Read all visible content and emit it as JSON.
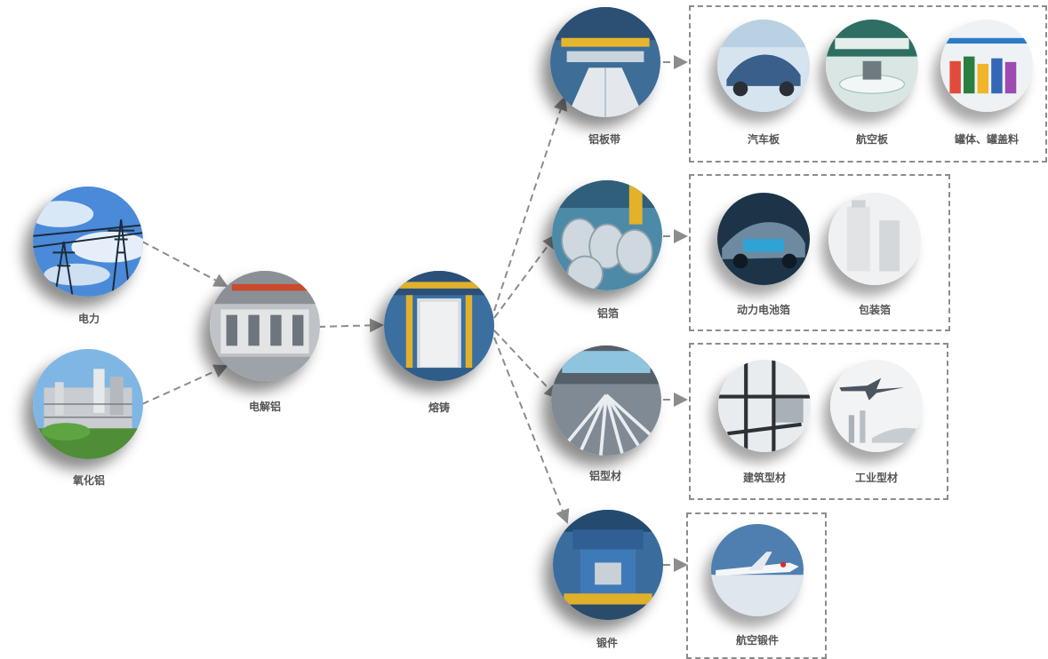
{
  "header": {
    "fragment": ""
  },
  "nodes": {
    "power": "电力",
    "alumina": "氧化铝",
    "electrolytic": "电解铝",
    "casting": "熔铸",
    "sheet": "铝板带",
    "foil": "铝箔",
    "profile": "铝型材",
    "forging": "锻件"
  },
  "products": {
    "auto_sheet": "汽车板",
    "aero_sheet": "航空板",
    "can_stock": "罐体、罐盖料",
    "battery_foil": "动力电池箔",
    "packaging_foil": "包装箔",
    "building_profile": "建筑型材",
    "industrial_profile": "工业型材",
    "aero_forging": "航空锻件"
  },
  "colors": {
    "arrow": "#8c8c8c",
    "frame": "#8c8c8c",
    "label": "#555555"
  }
}
